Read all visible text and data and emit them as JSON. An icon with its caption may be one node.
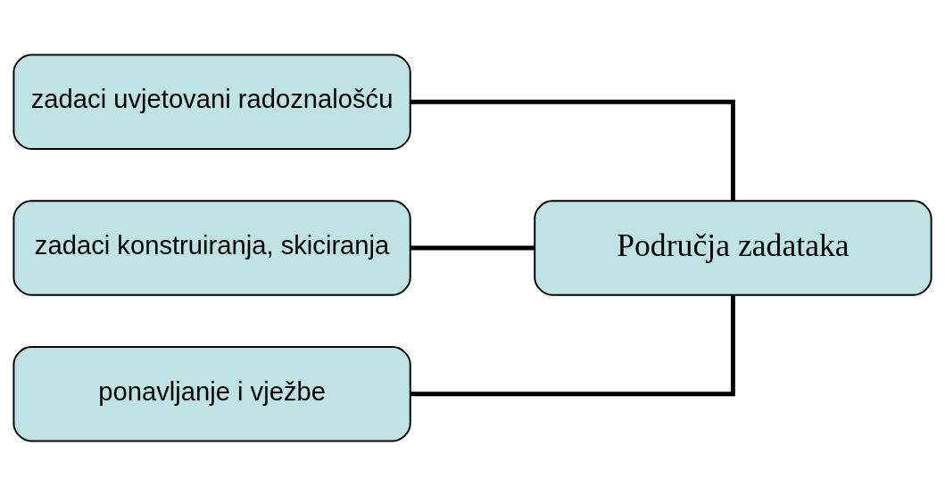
{
  "diagram": {
    "nodes": [
      {
        "text": [
          "Područja zadataka"
        ]
      },
      {
        "text": [
          "zadaci uvjetovani radoznalošću"
        ]
      },
      {
        "text": [
          "zadaci konstruiranja, skiciranja"
        ]
      },
      {
        "text": [
          "ponavljanje i vježbe"
        ]
      }
    ],
    "edges": [
      {
        "from": 0,
        "to": 1,
        "arrow": "none"
      },
      {
        "from": 0,
        "to": 2,
        "arrow": "none"
      },
      {
        "from": 0,
        "to": 3,
        "arrow": "none"
      }
    ]
  }
}
